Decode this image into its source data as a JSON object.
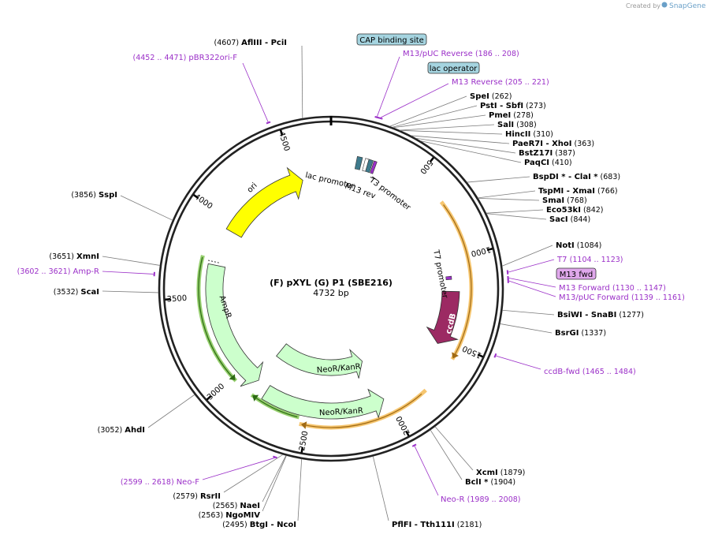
{
  "credit": {
    "prefix": "Created by",
    "brand": "SnapGene"
  },
  "plasmid": {
    "name": "(F) pXYL (G) P1 (SBE216)",
    "size": "4732 bp"
  },
  "ticks": [
    "500",
    "1000",
    "1500",
    "2000",
    "2500",
    "3000",
    "3500",
    "4000",
    "4500"
  ],
  "restriction_sites": [
    {
      "pos": "(4607)",
      "names": [
        "AflIII",
        "PciI"
      ]
    },
    {
      "pos": "(262)",
      "names": [
        "SpeI"
      ]
    },
    {
      "pos": "(273)",
      "names": [
        "PstI",
        "SbfI"
      ]
    },
    {
      "pos": "(278)",
      "names": [
        "PmeI"
      ]
    },
    {
      "pos": "(308)",
      "names": [
        "SalI"
      ]
    },
    {
      "pos": "(310)",
      "names": [
        "HincII"
      ]
    },
    {
      "pos": "(363)",
      "names": [
        "PaeR7I",
        "XhoI"
      ]
    },
    {
      "pos": "(387)",
      "names": [
        "BstZ17I"
      ]
    },
    {
      "pos": "(410)",
      "names": [
        "PaqCI"
      ]
    },
    {
      "pos": "(683)",
      "names": [
        "BspDI *",
        "ClaI *"
      ]
    },
    {
      "pos": "(766)",
      "names": [
        "TspMI",
        "XmaI"
      ]
    },
    {
      "pos": "(768)",
      "names": [
        "SmaI"
      ]
    },
    {
      "pos": "(842)",
      "names": [
        "Eco53kI"
      ]
    },
    {
      "pos": "(844)",
      "names": [
        "SacI"
      ]
    },
    {
      "pos": "(1084)",
      "names": [
        "NotI"
      ]
    },
    {
      "pos": "(1277)",
      "names": [
        "BsiWI",
        "SnaBI"
      ]
    },
    {
      "pos": "(1337)",
      "names": [
        "BsrGI"
      ]
    },
    {
      "pos": "(1879)",
      "names": [
        "XcmI"
      ]
    },
    {
      "pos": "(1904)",
      "names": [
        "BclI *"
      ]
    },
    {
      "pos": "(2181)",
      "names": [
        "PflFI",
        "Tth111I"
      ]
    },
    {
      "pos": "(2495)",
      "names": [
        "BtgI",
        "NcoI"
      ]
    },
    {
      "pos": "(2563)",
      "names": [
        "NgoMIV"
      ]
    },
    {
      "pos": "(2565)",
      "names": [
        "NaeI"
      ]
    },
    {
      "pos": "(2579)",
      "names": [
        "RsrII"
      ]
    },
    {
      "pos": "(3052)",
      "names": [
        "AhdI"
      ]
    },
    {
      "pos": "(3532)",
      "names": [
        "ScaI"
      ]
    },
    {
      "pos": "(3651)",
      "names": [
        "XmnI"
      ]
    },
    {
      "pos": "(3856)",
      "names": [
        "SspI"
      ]
    }
  ],
  "primers": [
    {
      "name": "pBR322ori-F",
      "pos": "(4452 .. 4471)"
    },
    {
      "name": "M13/pUC Reverse",
      "pos": "(186 .. 208)"
    },
    {
      "name": "M13 Reverse",
      "pos": "(205 .. 221)"
    },
    {
      "name": "T7",
      "pos": "(1104 .. 1123)"
    },
    {
      "name": "M13 Forward",
      "pos": "(1130 .. 1147)"
    },
    {
      "name": "M13/pUC Forward",
      "pos": "(1139 .. 1161)"
    },
    {
      "name": "ccdB-fwd",
      "pos": "(1465 .. 1484)"
    },
    {
      "name": "Neo-R",
      "pos": "(1989 .. 2008)"
    },
    {
      "name": "Neo-F",
      "pos": "(2599 .. 2618)"
    },
    {
      "name": "Amp-R",
      "pos": "(3602 .. 3621)"
    }
  ],
  "boxed_features": [
    "CAP binding site",
    "lac operator",
    "M13 fwd"
  ],
  "features": {
    "ori": "ori",
    "ampr": "AmpR",
    "lac_promoter": "lac promoter",
    "t3_promoter": "T3 promoter",
    "m13_rev": "M13 rev",
    "t7_promoter": "T7 promoter",
    "ccdb": "ccdB",
    "neokan": "NeoR/KanR"
  },
  "colors": {
    "primer": "#9b30c8",
    "ori": "#ffff00",
    "resistance": "#ccffcc",
    "ccdb": "#9c2a63",
    "orange_highlight": "#f5c060",
    "green_highlight": "#7cc34a",
    "cap_box": "#a5d4e0",
    "m13fwd_box": "#e0a8ec"
  }
}
